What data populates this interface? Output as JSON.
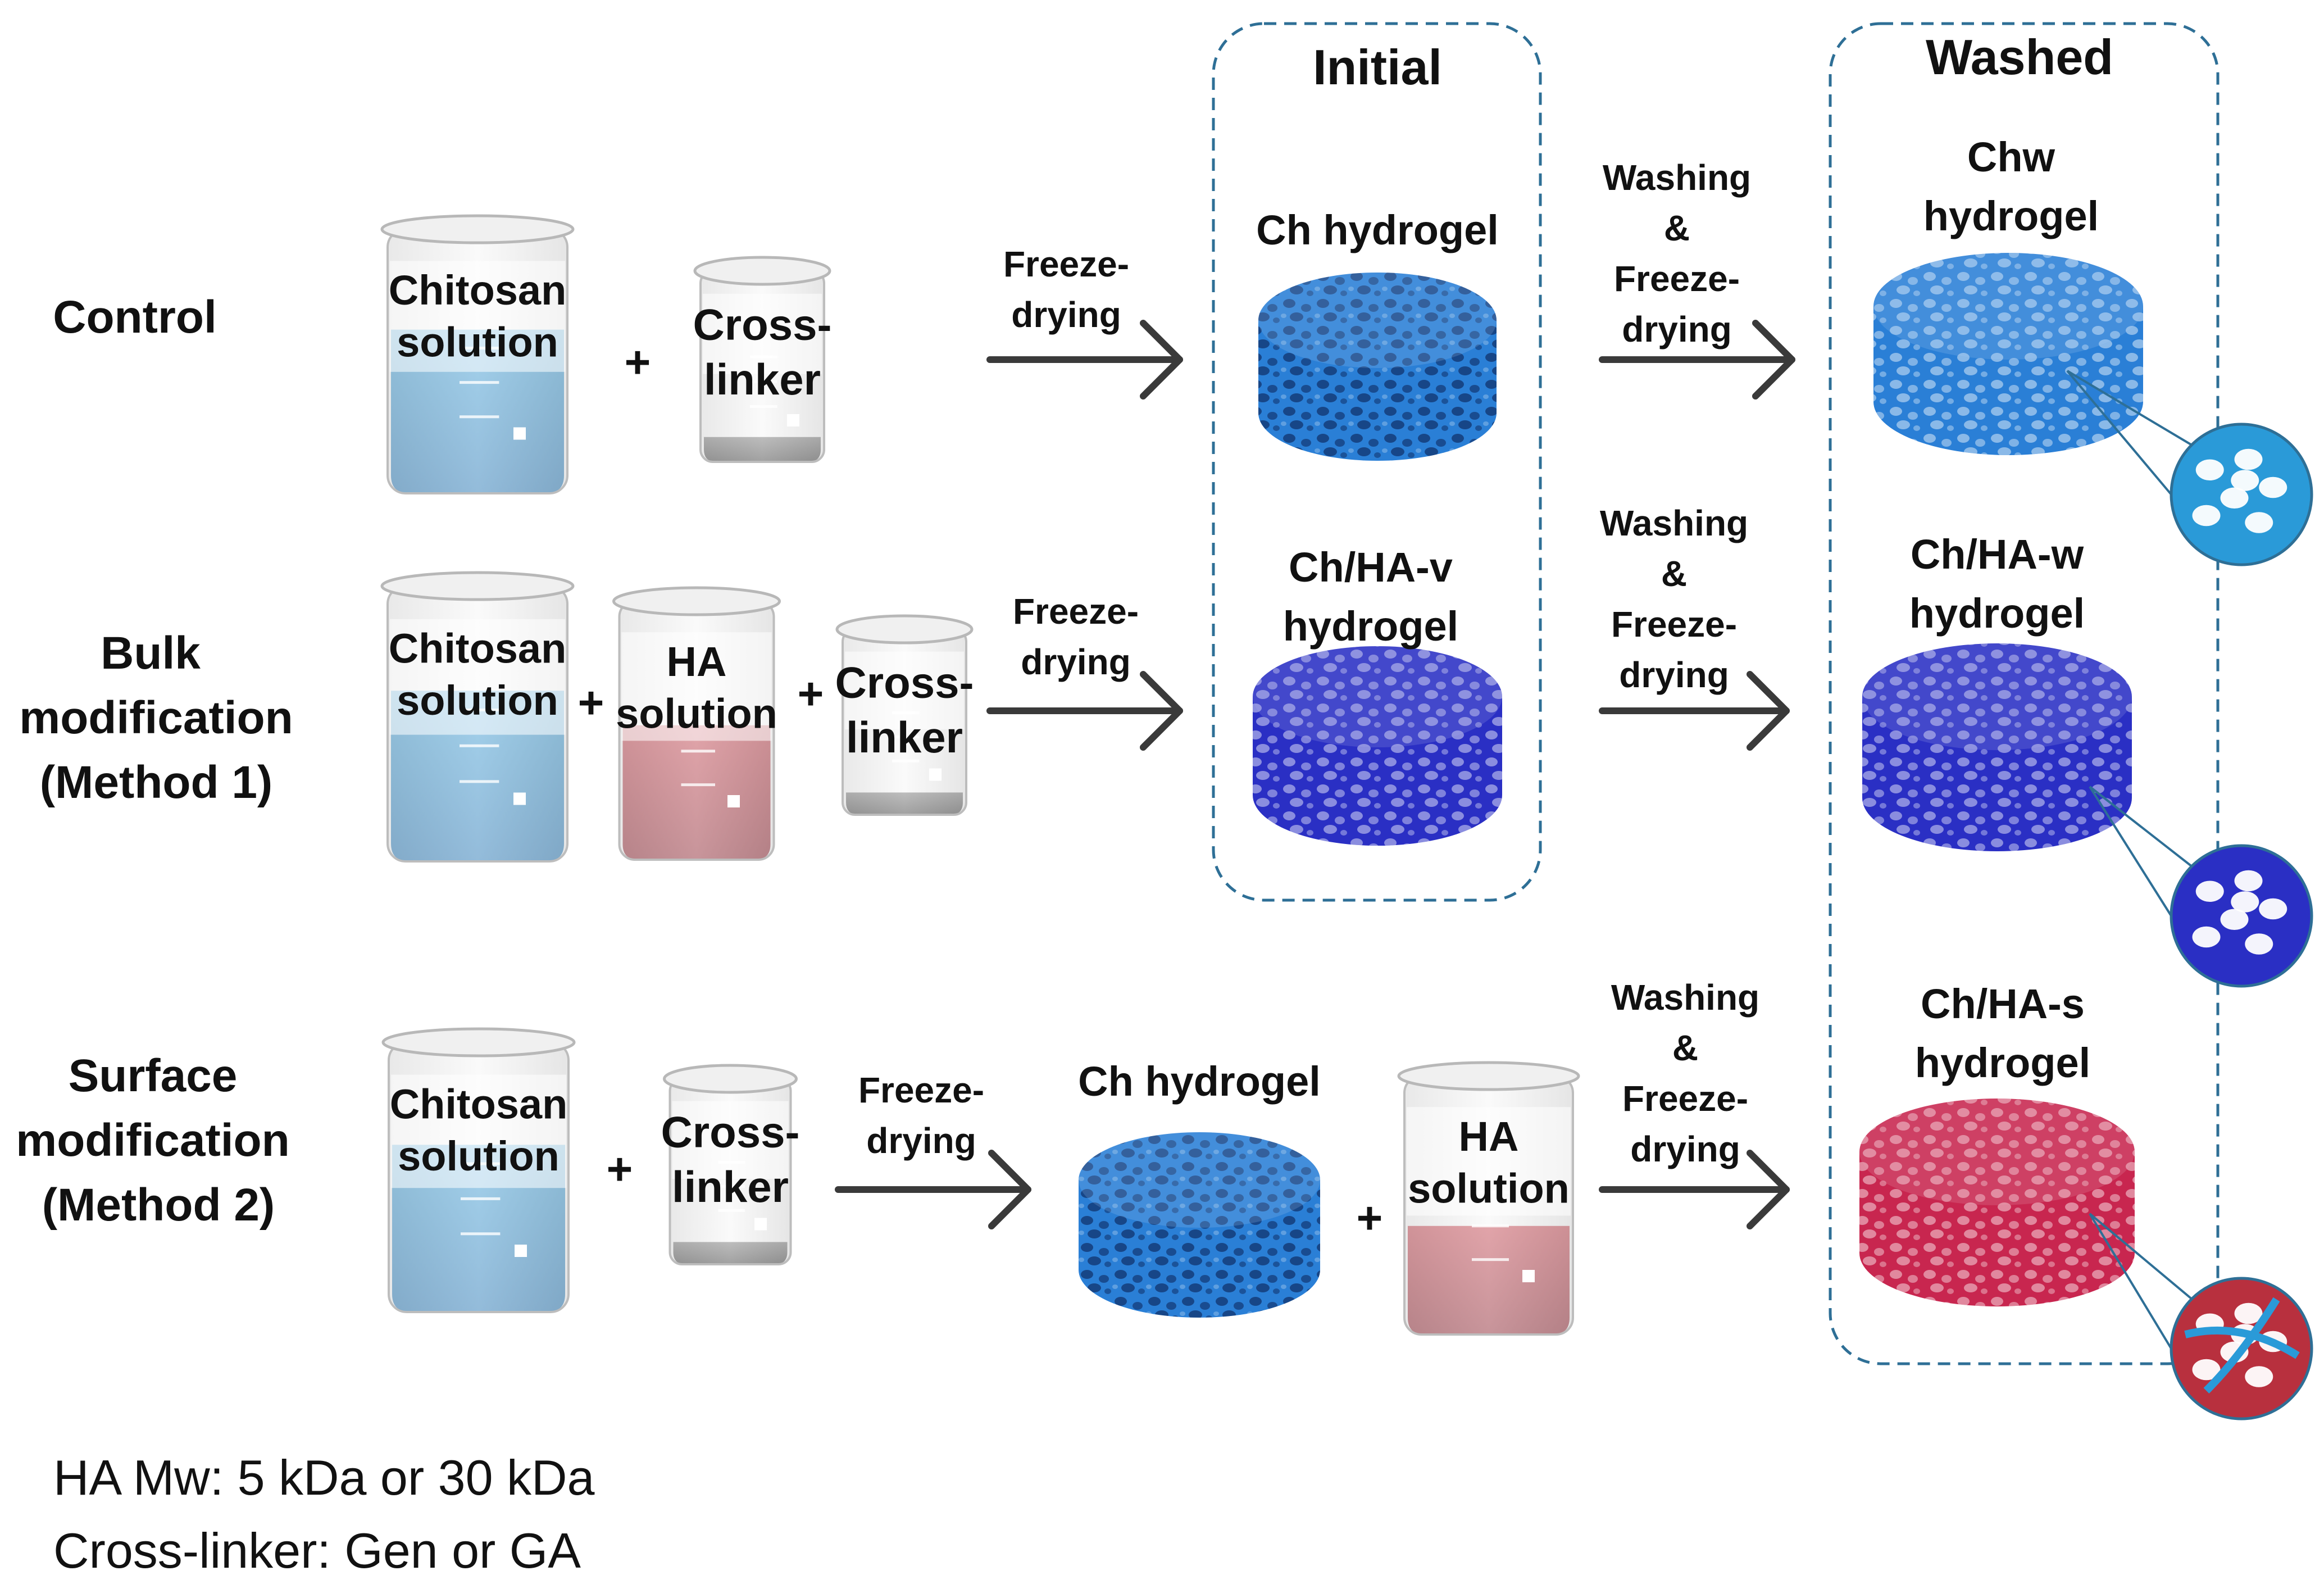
{
  "groups": {
    "initial": "Initial",
    "washed": "Washed"
  },
  "rows": {
    "control": {
      "label": "Control"
    },
    "bulk": {
      "label1": "Bulk",
      "label2": "modification",
      "label3": "(Method 1)"
    },
    "surface": {
      "label1": "Surface",
      "label2": "modification",
      "label3": "(Method 2)"
    }
  },
  "beakers": {
    "chitosan1": "Chitosan",
    "chitosan2": "solution",
    "crosslinker1": "Cross-",
    "crosslinker2": "linker",
    "ha1": "HA",
    "ha2": "solution"
  },
  "operators": {
    "plus": "+"
  },
  "arrows": {
    "freeze1": "Freeze-",
    "freeze2": "drying",
    "wash1": "Washing",
    "wash2": "&",
    "wash3": "Freeze-",
    "wash4": "drying"
  },
  "products": {
    "ch": "Ch hydrogel",
    "ch_v1": "Ch/HA-v",
    "ch_v2": "hydrogel",
    "chw1": "Chw",
    "chw2": "hydrogel",
    "ch_w1": "Ch/HA-w",
    "ch_w2": "hydrogel",
    "ch_s1": "Ch/HA-s",
    "ch_s2": "hydrogel"
  },
  "notes": {
    "mw": "HA Mw: 5 kDa or 30 kDa",
    "crosslinker": "Cross-linker: Gen or GA"
  },
  "colors": {
    "chitosan_blue": "#2f8fcf",
    "scaffold_blue": "#2a7fd6",
    "scaffold_indigo": "#2a2fc4",
    "scaffold_red": "#c8264f",
    "ha_red": "#b8303e",
    "crosslinker_gray": "#555555",
    "dash_border": "#2e6f96"
  }
}
